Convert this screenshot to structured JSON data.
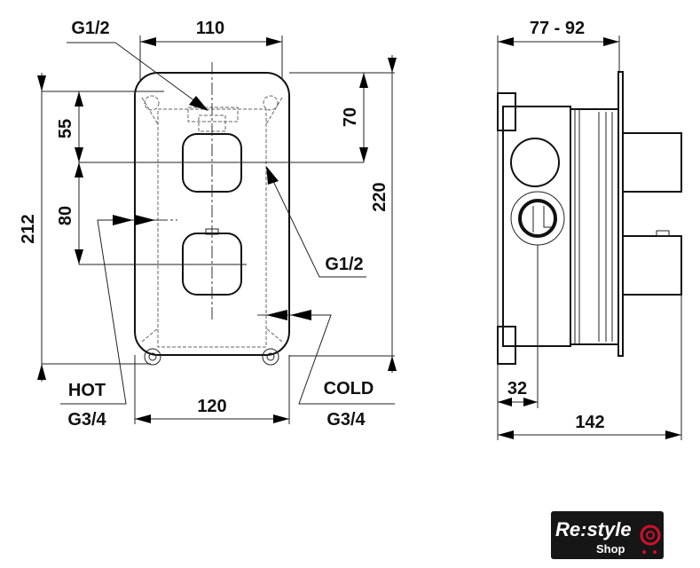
{
  "front_view": {
    "dim_width_top": "110",
    "dim_width_bottom": "120",
    "dim_height_left": "212",
    "dim_height_right": "220",
    "dim_upper": "55",
    "dim_middle": "80",
    "dim_right_upper": "70",
    "outlet_top_label": "G1/2",
    "outlet_right_label": "G1/2",
    "hot_label": "HOT",
    "hot_thread": "G3/4",
    "cold_label": "COLD",
    "cold_thread": "G3/4"
  },
  "side_view": {
    "dim_depth_range": "77 - 92",
    "dim_inlet_offset": "32",
    "dim_total_depth": "142"
  },
  "logo": {
    "text": "Re:style",
    "subtext": "Shop",
    "accent_color": "#d0102a"
  }
}
